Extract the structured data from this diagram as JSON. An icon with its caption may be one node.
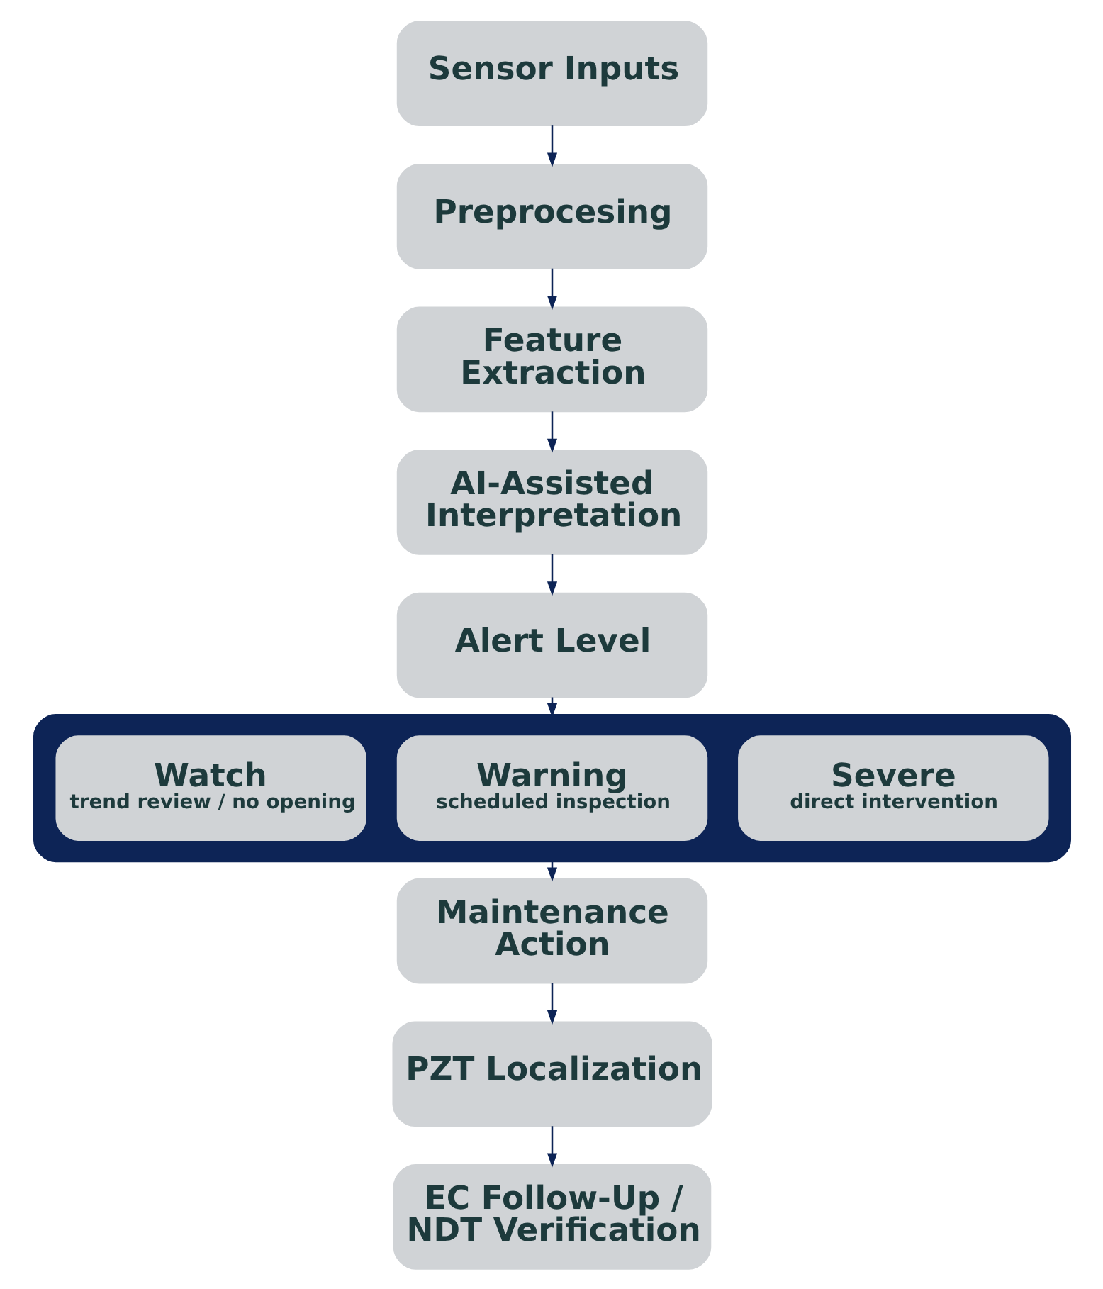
{
  "diagram": {
    "nodes": [
      {
        "text": [
          "Sensor Inputs"
        ]
      },
      {
        "text": [
          "Preprocesing"
        ]
      },
      {
        "text": [
          "Feature Extraction"
        ]
      },
      {
        "text": [
          "AI-Assisted Interpretation"
        ]
      },
      {
        "text": [
          "Alert Level"
        ]
      },
      {
        "text": [],
        "shape": "band"
      },
      {
        "text": [
          "Watch",
          "trend review / no opening"
        ],
        "in": 5
      },
      {
        "text": [
          "Warning",
          "scheduled inspection"
        ],
        "in": 5
      },
      {
        "text": [
          "Severe",
          "direct intervention"
        ],
        "in": 5
      },
      {
        "text": [
          "Maintenance Action"
        ]
      },
      {
        "text": [
          "PZT Localization"
        ]
      },
      {
        "text": [
          "EC Follow-Up / NDT Verification"
        ]
      }
    ],
    "edges": [
      {
        "from": 0,
        "to": 1,
        "arrow": "to"
      },
      {
        "from": 1,
        "to": 2,
        "arrow": "to"
      },
      {
        "from": 2,
        "to": 3,
        "arrow": "to"
      },
      {
        "from": 3,
        "to": 4,
        "arrow": "to"
      },
      {
        "from": 4,
        "to": 5,
        "arrow": "to"
      },
      {
        "from": 5,
        "to": 9,
        "arrow": "to"
      },
      {
        "from": 9,
        "to": 10,
        "arrow": "to"
      },
      {
        "from": 10,
        "to": 11,
        "arrow": "to"
      }
    ]
  }
}
